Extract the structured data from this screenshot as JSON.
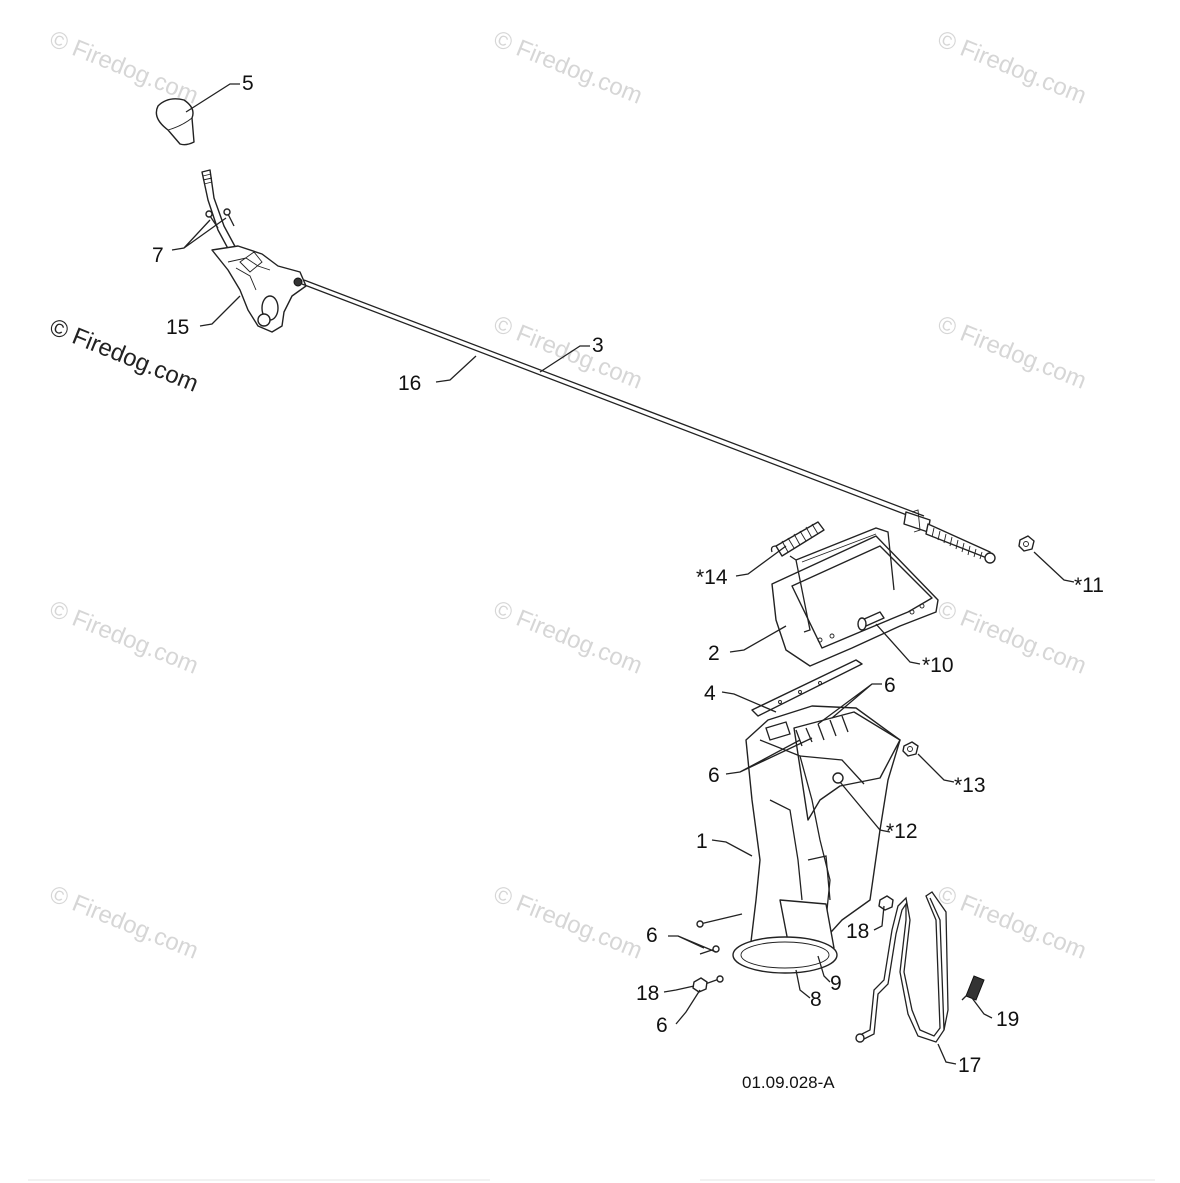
{
  "watermark": {
    "faint_text": "© Firedog.com",
    "strong_text": "© Firedog.com"
  },
  "callouts": [
    {
      "id": "c5",
      "label": "5"
    },
    {
      "id": "c7",
      "label": "7"
    },
    {
      "id": "c15",
      "label": "15"
    },
    {
      "id": "c16",
      "label": "16"
    },
    {
      "id": "c3",
      "label": "3"
    },
    {
      "id": "c14",
      "label": "*14"
    },
    {
      "id": "c11",
      "label": "*11"
    },
    {
      "id": "c2",
      "label": "2"
    },
    {
      "id": "c10",
      "label": "*10"
    },
    {
      "id": "c4",
      "label": "4"
    },
    {
      "id": "c6a",
      "label": "6"
    },
    {
      "id": "c6b",
      "label": "6"
    },
    {
      "id": "c13",
      "label": "*13"
    },
    {
      "id": "c12",
      "label": "*12"
    },
    {
      "id": "c1",
      "label": "1"
    },
    {
      "id": "c18a",
      "label": "18"
    },
    {
      "id": "c6c",
      "label": "6"
    },
    {
      "id": "c9",
      "label": "9"
    },
    {
      "id": "c8",
      "label": "8"
    },
    {
      "id": "c18b",
      "label": "18"
    },
    {
      "id": "c6d",
      "label": "6"
    },
    {
      "id": "c19",
      "label": "19"
    },
    {
      "id": "c17",
      "label": "17"
    }
  ],
  "drawing_id": "01.09.028-A"
}
